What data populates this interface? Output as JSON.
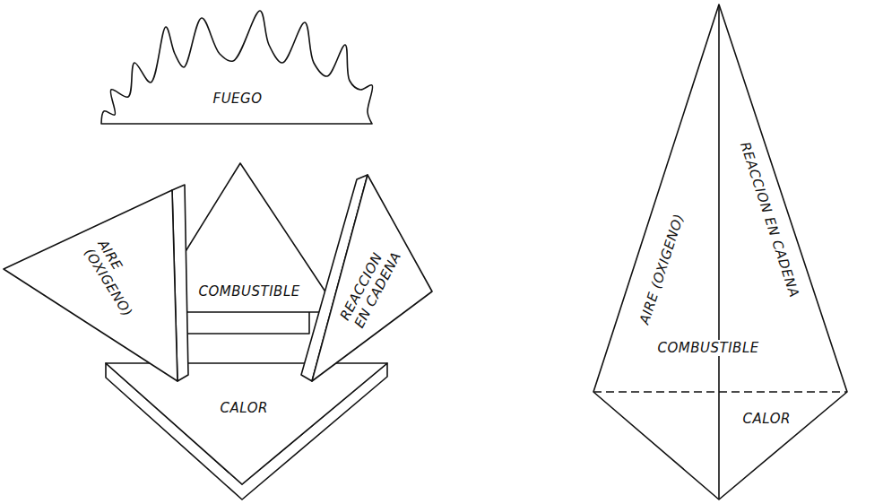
{
  "diagram": {
    "nodes": [
      {
        "text": [
          "FUEGO"
        ]
      },
      {
        "text": [
          "AIRE (OXIGENO)"
        ]
      },
      {
        "text": [
          "COMBUSTIBLE"
        ]
      },
      {
        "text": [
          "REACCION EN CADENA"
        ]
      },
      {
        "text": [
          "CALOR"
        ]
      },
      {
        "text": [
          "AIRE (OXIGENO)",
          "REACCION EN CADENA",
          "COMBUSTIBLE",
          "CALOR"
        ]
      }
    ]
  }
}
